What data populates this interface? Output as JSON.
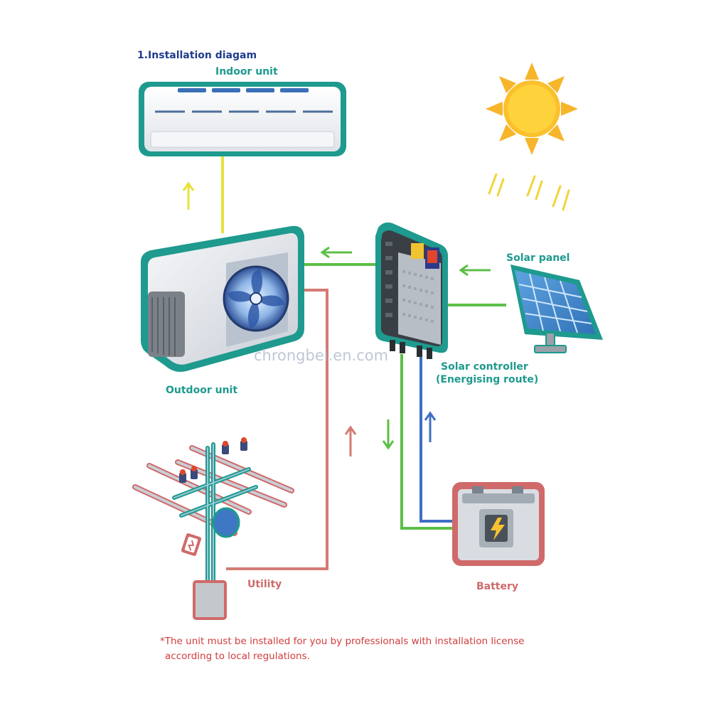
{
  "title": "1.Installation diagam",
  "labels": {
    "indoor_unit": "Indoor unit",
    "outdoor_unit": "Outdoor unit",
    "solar_panel": "Solar panel",
    "solar_controller": "Solar controller",
    "solar_controller_sub": "(Energising route)",
    "utility": "Utility",
    "battery": "Battery"
  },
  "watermark": "chrongbei.en.com",
  "note": {
    "line1": "*The unit must be installed for you by professionals with installation license",
    "line2": "according to local regulations."
  },
  "colors": {
    "title": "#1f3c8c",
    "label_teal": "#1e9a8e",
    "label_red": "#d06a6a",
    "note": "#d23c3c",
    "outline": "#1e9a8e",
    "wire_yellow": "#e8e23a",
    "wire_green": "#5cbf47",
    "wire_red": "#d47a74",
    "wire_blue": "#3f6fc4",
    "sun": "#f7b52a"
  }
}
